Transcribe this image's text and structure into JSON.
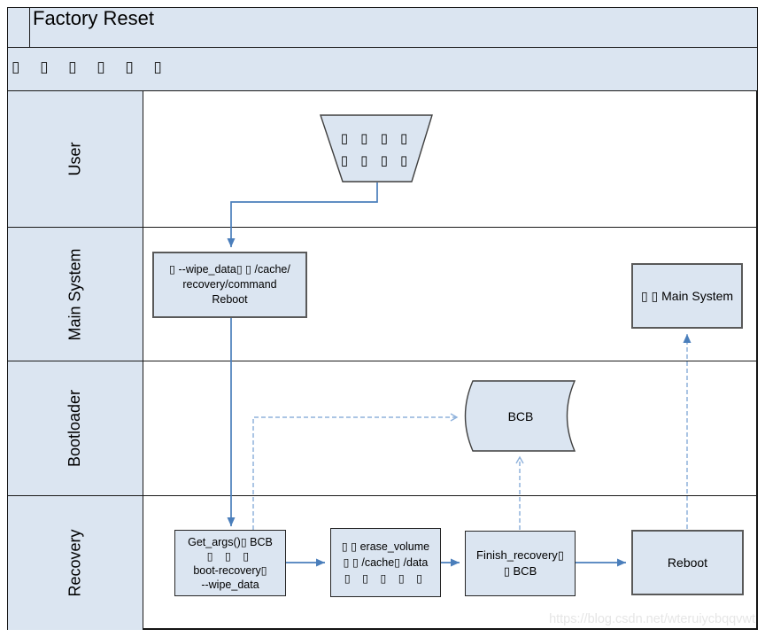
{
  "title": {
    "lines": [
      "Factory",
      "Reset"
    ]
  },
  "phase_row": {
    "text": "▯ ▯ ▯ ▯ ▯ ▯"
  },
  "lanes": [
    {
      "label": "User"
    },
    {
      "label": "Main System"
    },
    {
      "label": "Bootloader"
    },
    {
      "label": "Recovery"
    }
  ],
  "nodes": {
    "user_action": {
      "shape": "trapezoid",
      "lines": [
        "▯ ▯ ▯ ▯",
        "▯ ▯ ▯ ▯"
      ]
    },
    "wipe_cmd": {
      "shape": "process",
      "lines": [
        "▯ --wipe_data▯ ▯ /cache/",
        "recovery/command",
        "Reboot"
      ]
    },
    "main_system": {
      "shape": "process",
      "lines": [
        "▯ ▯ Main System"
      ]
    },
    "bcb": {
      "shape": "stored-data",
      "label": "BCB"
    },
    "get_args": {
      "shape": "process",
      "lines": [
        "Get_args()▯ BCB",
        "▯ ▯ ▯",
        "boot-recovery▯",
        "--wipe_data"
      ]
    },
    "erase_volume": {
      "shape": "process",
      "lines": [
        "▯ ▯ erase_volume",
        "▯ ▯ /cache▯ /data",
        "▯ ▯ ▯ ▯ ▯"
      ]
    },
    "finish_recovery": {
      "shape": "process",
      "lines": [
        "Finish_recovery▯",
        "▯ BCB"
      ]
    },
    "reboot": {
      "shape": "process",
      "lines": [
        "Reboot"
      ]
    }
  },
  "watermark": {
    "text": "https://blog.csdn.net/wteruiycbqqvwt"
  },
  "colors": {
    "shape_fill": "#dbe5f1",
    "lane_header_fill": "#dbe5f1",
    "solid_connector": "#4a7ebb",
    "dashed_connector": "#8fb2dc",
    "border": "#3f3f3f",
    "watermark_color": "#e6e6e6"
  }
}
